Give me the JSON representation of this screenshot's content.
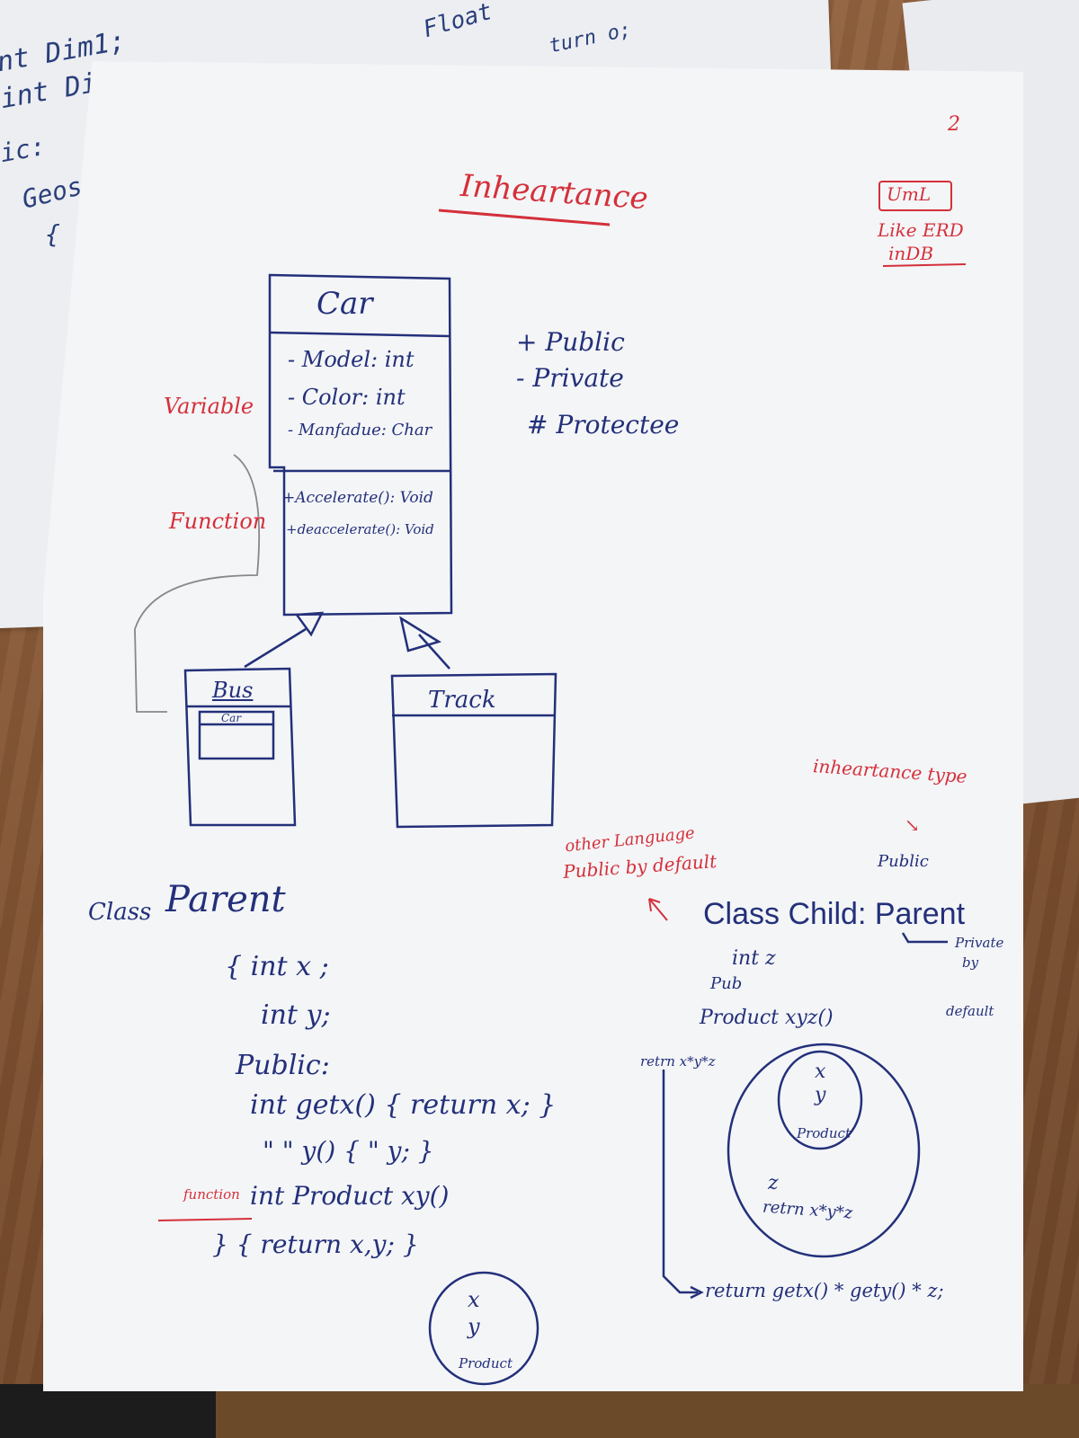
{
  "back_page": {
    "line1": "nt Dim1;",
    "line2": "int Di",
    "line3": "ic:",
    "line4": "Geos'",
    "line5": "{",
    "top_note_1": "Float",
    "top_note_2": "turn o;"
  },
  "page_number": "2",
  "title": "Inheartance",
  "uml_note": {
    "box": "UmL",
    "line2": "Like ERD",
    "line3": "inDB"
  },
  "class_car": {
    "name": "Car",
    "attributes": [
      "- Model: int",
      "- Color: int",
      "- Manfadue: Char"
    ],
    "methods": [
      "+Accelerate(): Void",
      "+deaccelerate(): Void"
    ]
  },
  "side_labels": {
    "variable": "Variable",
    "function": "Function"
  },
  "visibility_legend": [
    "+ Public",
    "- Private",
    "# Protectee"
  ],
  "class_bus": {
    "name": "Bus",
    "inner": "Car"
  },
  "class_truck": {
    "name": "Track"
  },
  "inheritance_type": {
    "label": "inheartance type",
    "public": "Public"
  },
  "other_language": {
    "line1": "other Language",
    "line2": "Public by default"
  },
  "child_class": {
    "header": "Class Child: Parent",
    "private_note": [
      "Private",
      "by",
      "default"
    ],
    "pub": "Pub",
    "field": "int z",
    "method": "Product xyz()",
    "return_note": "retrn x*y*z",
    "final_return": "return getx() * gety() * z;"
  },
  "parent_class": {
    "header_class": "Class",
    "header_name": "Parent",
    "lines": [
      "{ int x ;",
      "int y;",
      "Public:",
      "int getx() { return x; }",
      "\" \" y() { \" y; }",
      "int Product xy()",
      "} { return x,y; }"
    ],
    "func_label": "function"
  },
  "circle_small": {
    "x": "x",
    "y": "y",
    "label": "Product"
  },
  "circle_big": {
    "x": "x",
    "y": "y",
    "inner_label": "Product",
    "z": "z",
    "ret": "retrn x*y*z"
  }
}
